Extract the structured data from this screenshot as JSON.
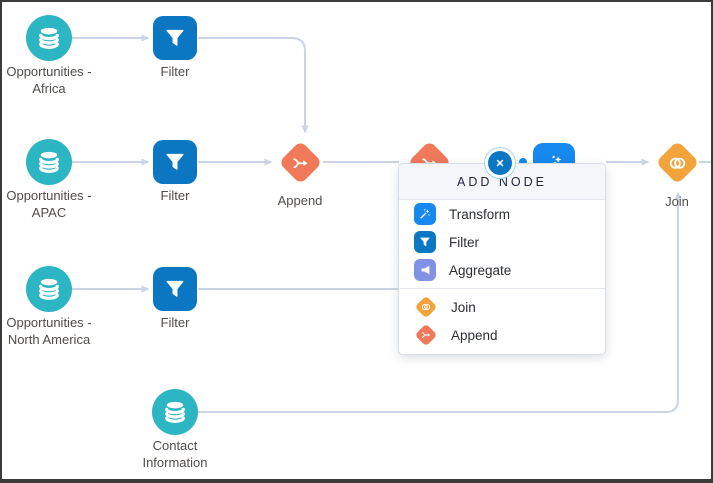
{
  "canvas": {
    "nodes": [
      {
        "id": "opp-africa",
        "type": "dataset",
        "icon": "database-icon",
        "label": "Opportunities - Africa"
      },
      {
        "id": "filter-africa",
        "type": "filter",
        "icon": "filter-icon",
        "label": "Filter"
      },
      {
        "id": "opp-apac",
        "type": "dataset",
        "icon": "database-icon",
        "label": "Opportunities - APAC"
      },
      {
        "id": "filter-apac",
        "type": "filter",
        "icon": "filter-icon",
        "label": "Filter"
      },
      {
        "id": "append",
        "type": "append",
        "icon": "append-icon",
        "label": "Append"
      },
      {
        "id": "opp-north-america",
        "type": "dataset",
        "icon": "database-icon",
        "label": "Opportunities - North America"
      },
      {
        "id": "filter-north-america",
        "type": "filter",
        "icon": "filter-icon",
        "label": "Filter"
      },
      {
        "id": "join",
        "type": "join",
        "icon": "join-icon",
        "label": "Join"
      },
      {
        "id": "contact-information",
        "type": "dataset",
        "icon": "database-icon",
        "label": "Contact Information"
      }
    ],
    "partial_nodes": [
      {
        "id": "append-2",
        "type": "append",
        "icon": "append-icon"
      },
      {
        "id": "transform-1",
        "type": "transform",
        "icon": "transform-icon"
      }
    ]
  },
  "popup": {
    "title": "ADD NODE",
    "close_icon": "close-icon",
    "items": [
      {
        "label": "Transform",
        "icon": "transform-icon",
        "shape": "square"
      },
      {
        "label": "Filter",
        "icon": "filter-icon",
        "shape": "square"
      },
      {
        "label": "Aggregate",
        "icon": "aggregate-icon",
        "shape": "square"
      },
      {
        "label": "Join",
        "icon": "join-icon",
        "shape": "diamond"
      },
      {
        "label": "Append",
        "icon": "append-icon",
        "shape": "diamond"
      }
    ]
  },
  "colors": {
    "dataset_teal": "#2cb5c3",
    "filter_blue": "#0b77c2",
    "transform_blue": "#1589ee",
    "aggregate_indigo": "#8191e3",
    "join_amber": "#f2a33c",
    "append_coral": "#f0795a",
    "close_blue": "#0b77c2",
    "edge_gray": "#cbd4e6"
  }
}
